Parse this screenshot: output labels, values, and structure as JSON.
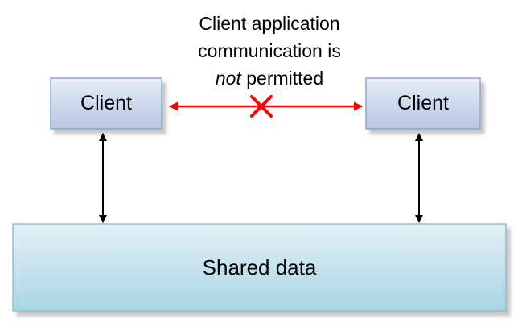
{
  "caption": {
    "line1": "Client application",
    "line2": "communication is",
    "line3_italic": "not",
    "line3_rest": " permitted"
  },
  "nodes": {
    "client_left": "Client",
    "client_right": "Client",
    "shared_data": "Shared data"
  },
  "colors": {
    "box_fill_top": "#e8edf7",
    "box_fill_bottom": "#b7c6e3",
    "box_border": "#8fa6cf",
    "shared_fill_top": "#e3f1f6",
    "shared_fill_bottom": "#a9d4e3",
    "shared_border": "#8cbfd1",
    "blocked_arrow": "#ff0000",
    "link_arrow": "#000000"
  },
  "icons": {
    "blocked_marker": "x-mark-icon"
  }
}
